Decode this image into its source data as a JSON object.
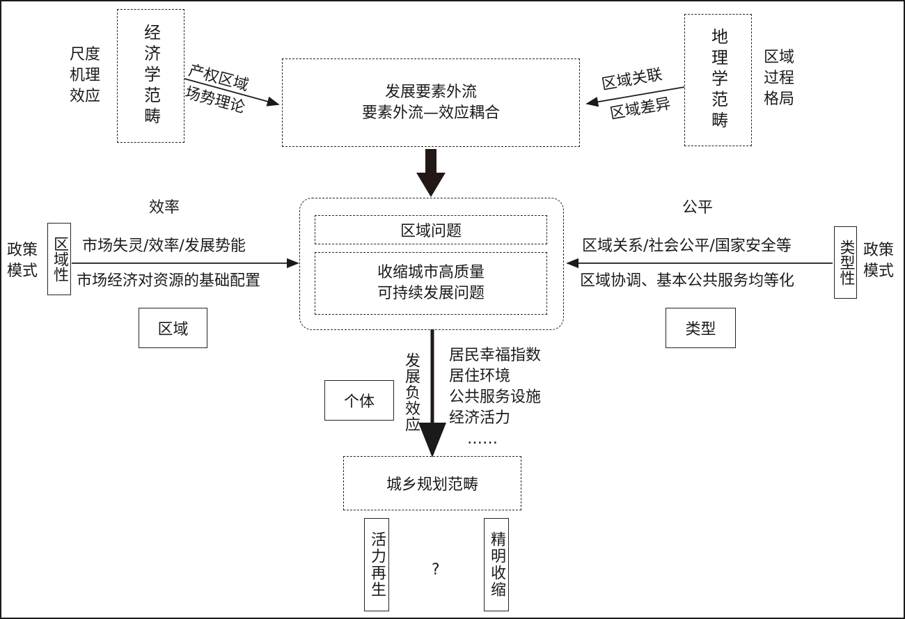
{
  "top": {
    "left_side_text": [
      "尺度",
      "机理",
      "效应"
    ],
    "economics_paradigm": "经济学范畴",
    "left_arrow_upper": "产权区域",
    "left_arrow_lower": "场势理论",
    "center_box_line1": "发展要素外流",
    "center_box_line2": "要素外流—效应耦合",
    "right_arrow_upper": "区域关联",
    "right_arrow_lower": "区域差异",
    "geography_paradigm": "地理学范畴",
    "right_side_text": [
      "区域",
      "过程",
      "格局"
    ]
  },
  "middle": {
    "efficiency_label": "效率",
    "fairness_label": "公平",
    "left_policy": [
      "政策",
      "模式"
    ],
    "regional_nature": "区域性",
    "left_arrow_upper": "市场失灵/效率/发展势能",
    "left_arrow_lower": "市场经济对资源的基础配置",
    "region_box": "区域",
    "regional_problem": "区域问题",
    "shrinking_line1": "收缩城市高质量",
    "shrinking_line2": "可持续发展问题",
    "right_arrow_upper": "区域关系/社会公平/国家安全等",
    "right_arrow_lower": "区域协调、基本公共服务均等化",
    "type_nature": "类型性",
    "right_policy": [
      "政策",
      "模式"
    ],
    "type_box": "类型"
  },
  "bottom": {
    "negative_effect": "发展负效应",
    "indicators": [
      "居民幸福指数",
      "居住环境",
      "公共服务设施",
      "经济活力",
      "……"
    ],
    "individual_box": "个体",
    "planning_paradigm": "城乡规划范畴",
    "vitality_regen": "活力再生",
    "question_mark": "?",
    "smart_shrink": "精明收缩"
  },
  "colors": {
    "line": "#1a1a1a",
    "thick_arrow": "#231815"
  }
}
